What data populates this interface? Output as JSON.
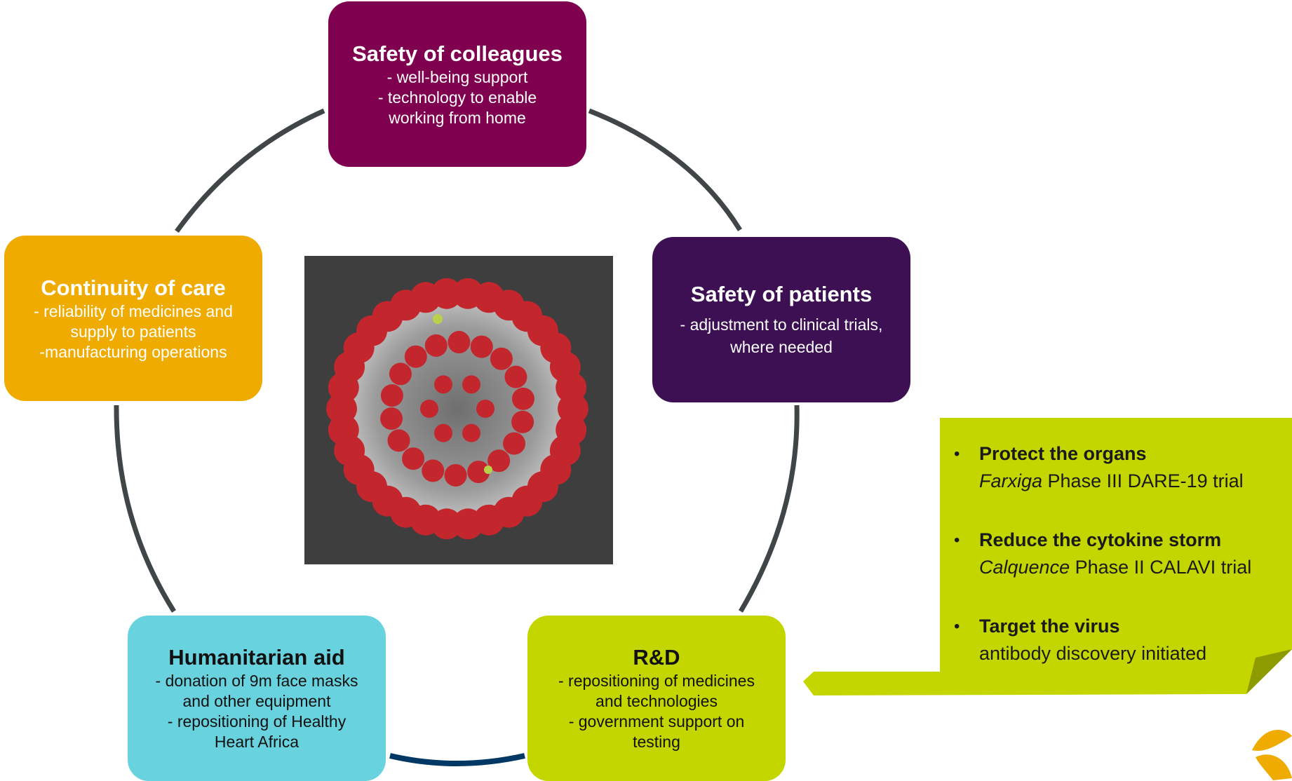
{
  "header": {
    "partial_title": ""
  },
  "boxes": {
    "colleagues": {
      "title": "Safety of colleagues",
      "lines": [
        "- well-being support",
        "- technology to enable",
        "working from home"
      ],
      "color": "#800050"
    },
    "patients": {
      "title": "Safety of patients",
      "lines": [
        "- adjustment to clinical trials,",
        "where needed"
      ],
      "color": "#3c1053"
    },
    "rd": {
      "title": "R&D",
      "lines": [
        "- repositioning of medicines",
        "and technologies",
        "- government support on",
        "testing"
      ],
      "color": "#c4d600"
    },
    "humanitarian": {
      "title": "Humanitarian aid",
      "lines": [
        "- donation of 9m face masks",
        "and other equipment",
        "- repositioning of Healthy",
        "Heart Africa"
      ],
      "color": "#68d2df"
    },
    "continuity": {
      "title": "Continuity of care",
      "lines": [
        "- reliability of medicines and",
        "supply to patients",
        "-manufacturing operations"
      ],
      "color": "#f0ab00"
    }
  },
  "callout": {
    "color": "#c4d600",
    "items": [
      {
        "bullet": "•",
        "heading": "Protect the organs",
        "drug": "Farxiga",
        "detail": " Phase III DARE-19 trial"
      },
      {
        "bullet": "•",
        "heading": "Reduce the cytokine storm",
        "drug": "Calquence",
        "detail": " Phase II CALAVI trial"
      },
      {
        "bullet": "•",
        "heading": "Target the virus",
        "drug": "",
        "detail": "antibody discovery initiated"
      }
    ]
  },
  "colors": {
    "ring_grey": "#404547",
    "ring_navy": "#003865",
    "logo": "#f0ab00"
  }
}
